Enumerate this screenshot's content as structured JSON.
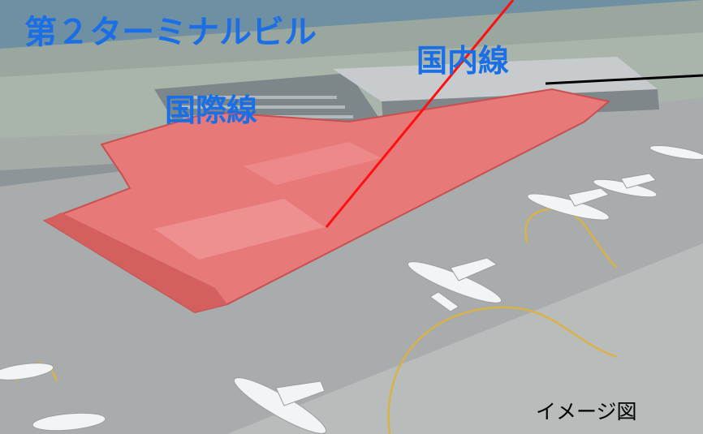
{
  "labels": {
    "title": "第２ターミナルビル",
    "domestic": "国内線",
    "international": "国際線",
    "image_note": "イメージ図"
  },
  "colors": {
    "label_blue": "#1a6ee6",
    "highlight_red": "#e85a5a",
    "pointer_red": "#ff1010",
    "pointer_black": "#000000"
  },
  "icons": {
    "aircraft": "airplane-icon"
  }
}
